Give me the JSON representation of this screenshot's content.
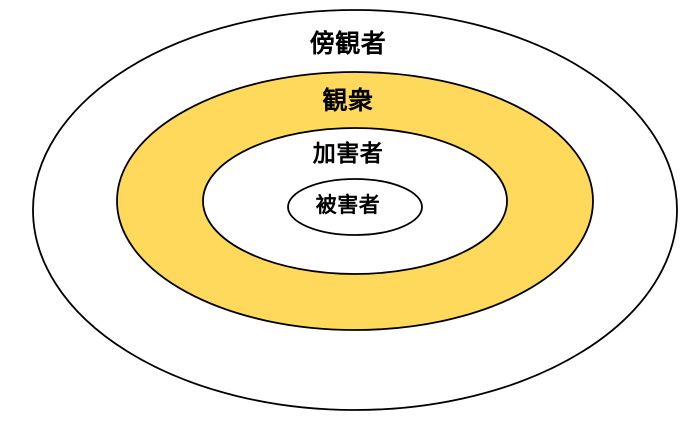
{
  "diagram": {
    "type": "concentric-ellipses",
    "background_color": "#FFFFFF",
    "stroke_color": "#000000",
    "highlight_color": "#FFD95B",
    "rings": [
      {
        "id": "bystander",
        "label": "傍観者",
        "fill": "#FFFFFF",
        "level": 1
      },
      {
        "id": "audience",
        "label": "観衆",
        "fill": "#FFD95B",
        "level": 2
      },
      {
        "id": "offender",
        "label": "加害者",
        "fill": "#FFFFFF",
        "level": 3
      },
      {
        "id": "victim",
        "label": "被害者",
        "fill": "#FFFFFF",
        "level": 4
      }
    ]
  }
}
